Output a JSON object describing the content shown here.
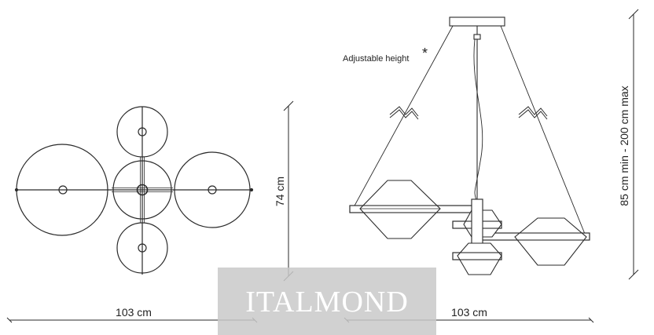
{
  "top_view": {
    "width_label": "103 cm",
    "depth_label": "74 cm"
  },
  "side_view": {
    "width_label": "103 cm",
    "height_label": "85 cm min - 200 cm max",
    "adjustable_label": "Adjustable height",
    "adjustable_mark": "*"
  },
  "watermark": {
    "text": "ITALMOND"
  },
  "colors": {
    "line": "#2a2a2a",
    "watermark_box": "#c9c9c9"
  }
}
